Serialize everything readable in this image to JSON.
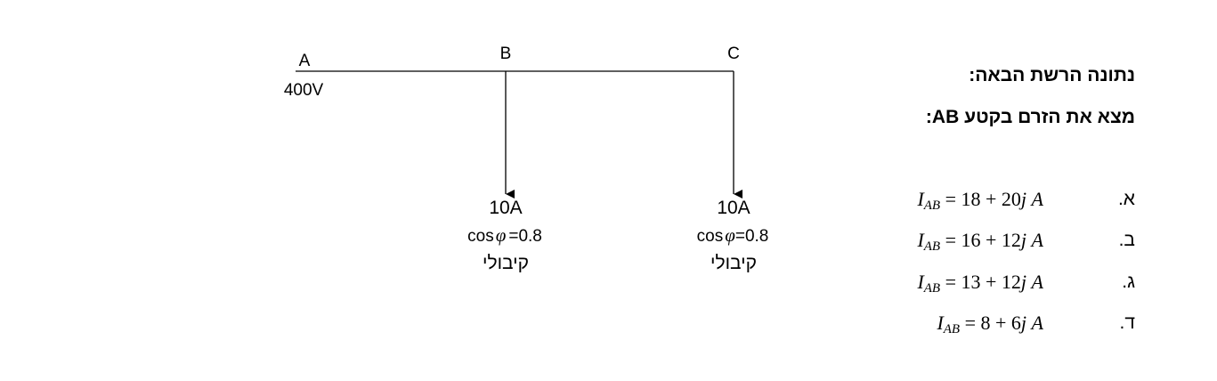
{
  "network": {
    "node_a": "A",
    "node_b": "B",
    "node_c": "C",
    "source_voltage": "400V",
    "load_b": {
      "current": "10A",
      "cos_prefix": "cos",
      "phi": "φ",
      "pf_value": "=0.8",
      "type": "קיבולי"
    },
    "load_c": {
      "current": "10A",
      "cos_prefix": "cos",
      "phi": "φ",
      "pf_value": "=0.8",
      "type": "קיבולי"
    }
  },
  "question": {
    "line1": "נתונה הרשת הבאה:",
    "line2": "מצא את הזרם בקטע AB:"
  },
  "options": [
    {
      "letter": "א.",
      "var": "I",
      "sub": "AB",
      "expr": " = 18 + 20",
      "j": "j",
      "unit": "A"
    },
    {
      "letter": "ב.",
      "var": "I",
      "sub": "AB",
      "expr": " = 16 + 12",
      "j": "j",
      "unit": "A"
    },
    {
      "letter": "ג.",
      "var": "I",
      "sub": "AB",
      "expr": " = 13 + 12",
      "j": "j",
      "unit": "A"
    },
    {
      "letter": "ד.",
      "var": "I",
      "sub": "AB",
      "expr": " = 8 + 6",
      "j": "j",
      "unit": "A"
    }
  ]
}
